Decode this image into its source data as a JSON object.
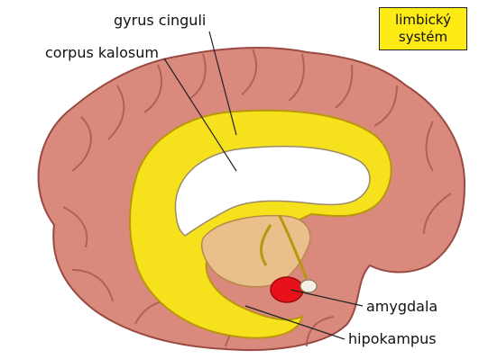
{
  "title_box": {
    "line1": "limbický",
    "line2": "systém"
  },
  "labels": {
    "gyrus_cinguli": "gyrus cinguli",
    "corpus_kalosum": "corpus kalosum",
    "amygdala": "amygdala",
    "hipokampus": "hipokampus"
  },
  "colors": {
    "cortex": "#d98a7d",
    "cortex_dark": "#b25f55",
    "limbic": "#f6e21c",
    "limbic_dark": "#c9a810",
    "corpus": "#ffffff",
    "amygdala": "#e8111a",
    "inner": "#e9c08c",
    "title_bg": "#ffeb14"
  }
}
